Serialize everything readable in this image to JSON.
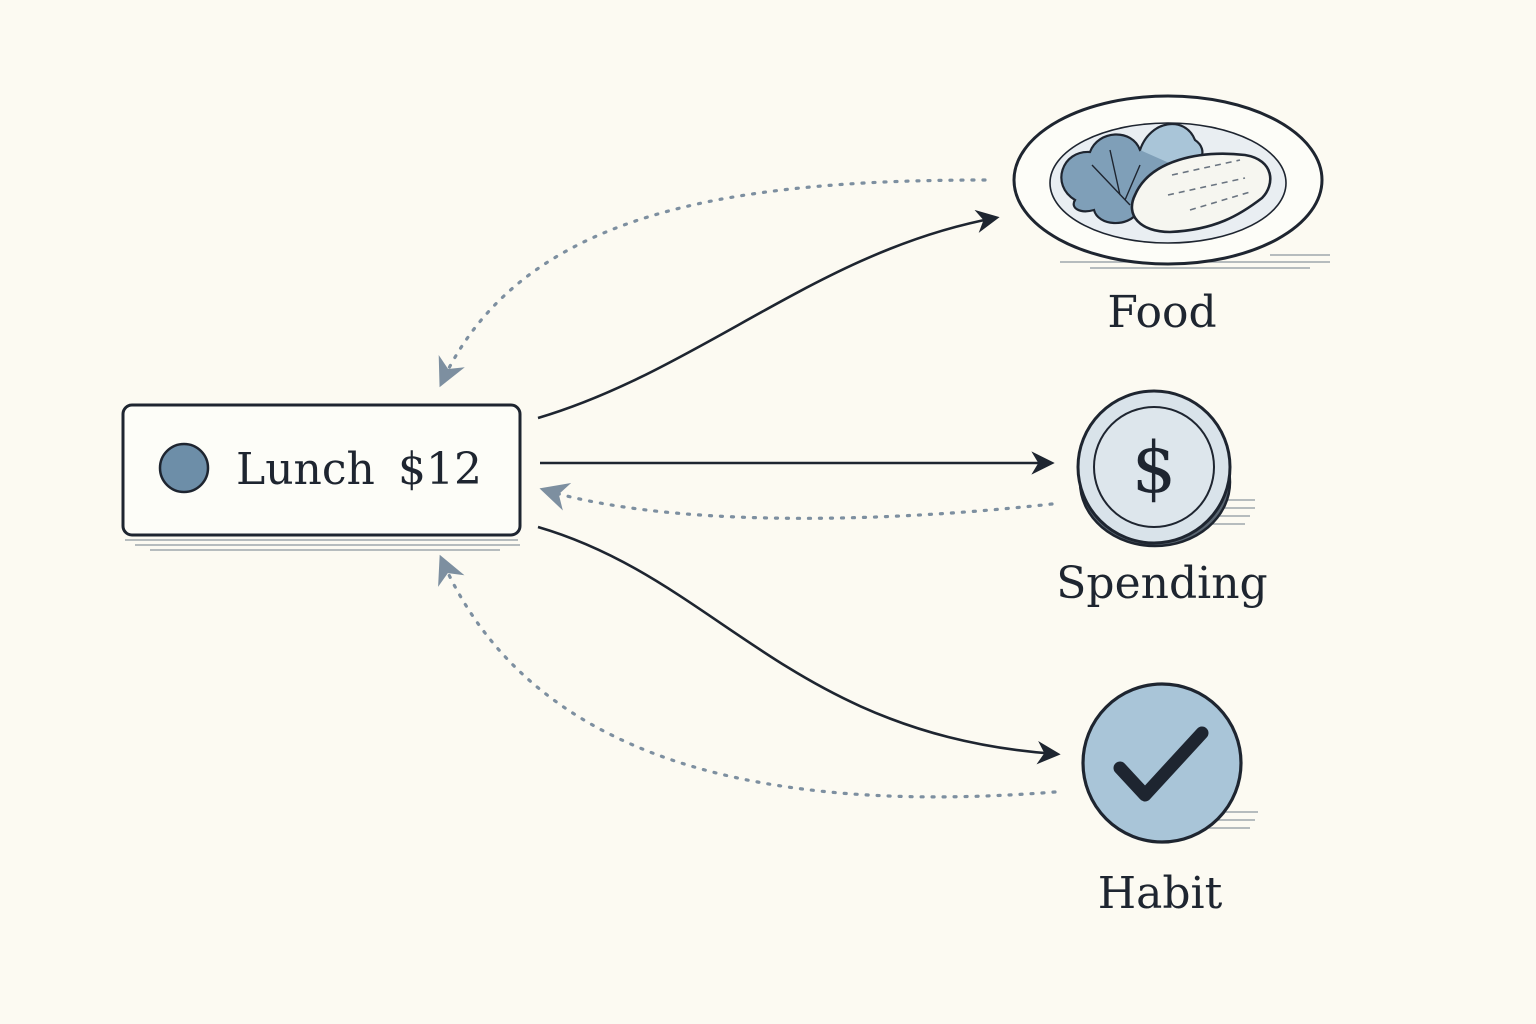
{
  "entry": {
    "label": "Lunch",
    "amount": "$12",
    "dot_color": "#6d8ea8"
  },
  "categories": [
    {
      "id": "food",
      "label": "Food",
      "icon": "plate-icon"
    },
    {
      "id": "spending",
      "label": "Spending",
      "icon": "coin-icon"
    },
    {
      "id": "habit",
      "label": "Habit",
      "icon": "checkmark-icon"
    }
  ],
  "colors": {
    "background": "#fcfaf2",
    "ink": "#1e2530",
    "accent_blue": "#a9c5d8",
    "dotted_arrow": "#7d8fa0"
  }
}
